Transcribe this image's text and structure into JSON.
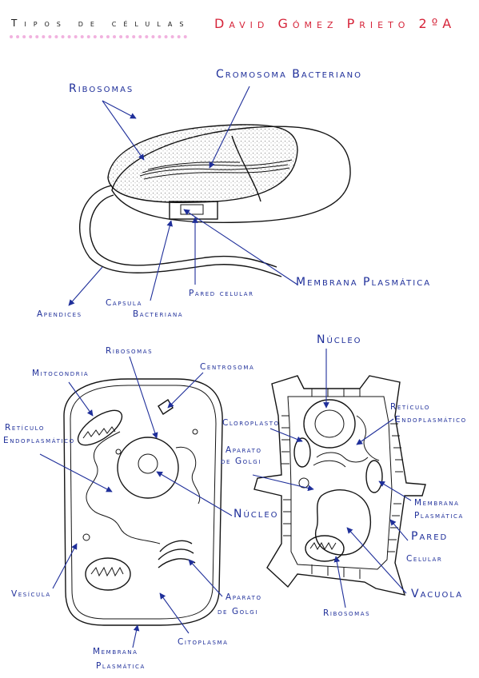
{
  "header": {
    "title": "Tipos de células",
    "author": "David Gómez Prieto 2ºA"
  },
  "bacteria": {
    "labels": {
      "ribosomas": "Ribosomas",
      "cromosoma": "Cromosoma Bacteriano",
      "membrana": "Membrana Plasmática",
      "pared": "Pared celular",
      "capsula_1": "Capsula",
      "capsula_2": "Bacteriana",
      "apendices": "Apendices"
    }
  },
  "animal": {
    "labels": {
      "ribosomas": "Ribosomas",
      "centrosoma": "Centrosoma",
      "mitocondria": "Mitocondria",
      "reticulo_1": "Retículo",
      "reticulo_2": "Endoplasmático",
      "nucleo": "Núcleo",
      "vesicula": "Vesícula",
      "golgi_1": "Aparato",
      "golgi_2": "de Golgi",
      "membrana_1": "Membrana",
      "membrana_2": "Plasmática",
      "citoplasma": "Citoplasma"
    }
  },
  "plant": {
    "labels": {
      "nucleo": "Núcleo",
      "reticulo_1": "Retículo",
      "reticulo_2": "Endoplasmático",
      "cloroplasto": "Cloroplasto",
      "golgi_1": "Aparato",
      "golgi_2": "de Golgi",
      "membrana_1": "Membrana",
      "membrana_2": "Plasmática",
      "pared_1": "Pared",
      "pared_2": "Celular",
      "vacuola": "Vacuola",
      "ribosomas": "Ribosomas"
    }
  },
  "colors": {
    "ink": "#141414",
    "label_blue": "#1f2f9a",
    "author_red": "#d6253a",
    "highlight_pink": "#ee9fd8"
  }
}
